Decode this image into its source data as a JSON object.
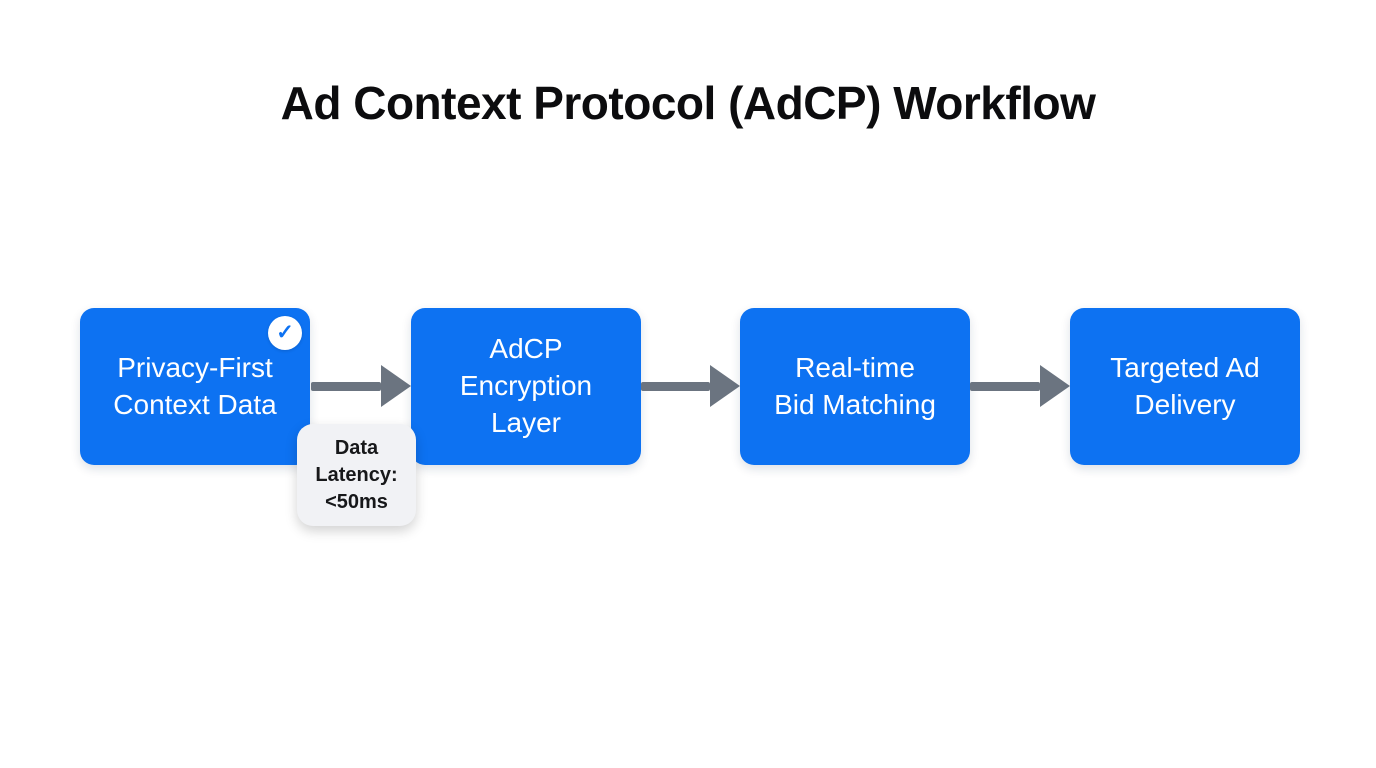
{
  "title": "Ad Context Protocol (AdCP) Workflow",
  "colors": {
    "node-blue": "#0d72f2",
    "node-text": "#ffffff",
    "arrow-gray": "#6b7480",
    "tooltip-bg": "#f1f2f5",
    "tooltip-text": "#17181a",
    "title-color": "#0c0c0e",
    "badge-bg": "#ffffff",
    "badge-check": "#0d72f2",
    "canvas-bg": "#ffffff"
  },
  "icons": {
    "check": "✓"
  },
  "workflow": {
    "nodes": [
      {
        "id": "privacy-first-context-data",
        "label": "Privacy-First\nContext Data",
        "badge": "check-circle"
      },
      {
        "id": "adcp-encryption-layer",
        "label": "AdCP\nEncryption\nLayer"
      },
      {
        "id": "real-time-bid-matching",
        "label": "Real-time\nBid Matching"
      },
      {
        "id": "targeted-ad-delivery",
        "label": "Targeted Ad\nDelivery"
      }
    ],
    "connectors": [
      "arrow",
      "arrow",
      "arrow"
    ],
    "annotation": {
      "text": "Data\nLatency:\n<50ms",
      "attached_to": "privacy-first-context-data"
    }
  }
}
